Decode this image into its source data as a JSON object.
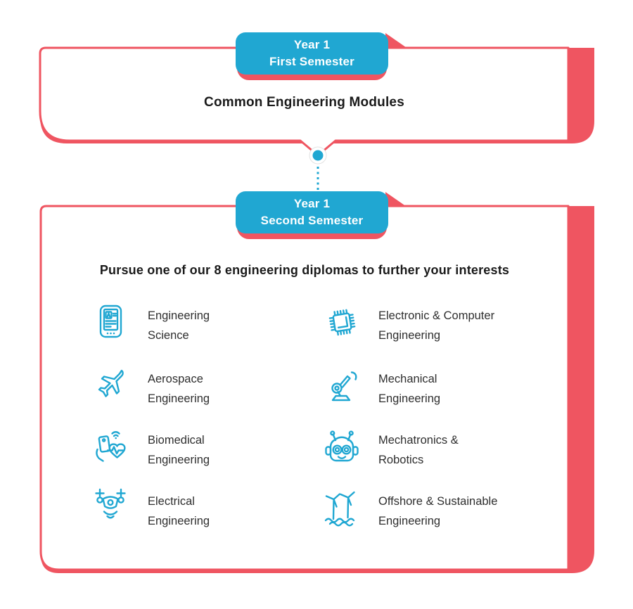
{
  "colors": {
    "teal": "#20A7D2",
    "coral": "#EF5561",
    "heading_text": "#1a1a1a",
    "label_text": "#2e2e2e",
    "card_background": "#ffffff",
    "badge_text": "#ffffff"
  },
  "card1": {
    "badge": {
      "line1": "Year 1",
      "line2": "First Semester"
    },
    "title": "Common Engineering Modules"
  },
  "connector": {
    "style": "dotted-line-with-dot"
  },
  "card2": {
    "badge": {
      "line1": "Year 1",
      "line2": "Second Semester"
    },
    "heading": "Pursue one of our 8 engineering diplomas to further your interests",
    "programs": [
      {
        "icon": "engineering-science-icon",
        "line1": "Engineering",
        "line2": "Science"
      },
      {
        "icon": "electronic-computer-icon",
        "line1": "Electronic & Computer",
        "line2": "Engineering"
      },
      {
        "icon": "aerospace-icon",
        "line1": "Aerospace",
        "line2": "Engineering"
      },
      {
        "icon": "mechanical-icon",
        "line1": "Mechanical",
        "line2": "Engineering"
      },
      {
        "icon": "biomedical-icon",
        "line1": "Biomedical",
        "line2": "Engineering"
      },
      {
        "icon": "mechatronics-robotics-icon",
        "line1": "Mechatronics &",
        "line2": "Robotics"
      },
      {
        "icon": "electrical-icon",
        "line1": "Electrical",
        "line2": "Engineering"
      },
      {
        "icon": "offshore-sustainable-icon",
        "line1": "Offshore & Sustainable",
        "line2": "Engineering"
      }
    ]
  }
}
